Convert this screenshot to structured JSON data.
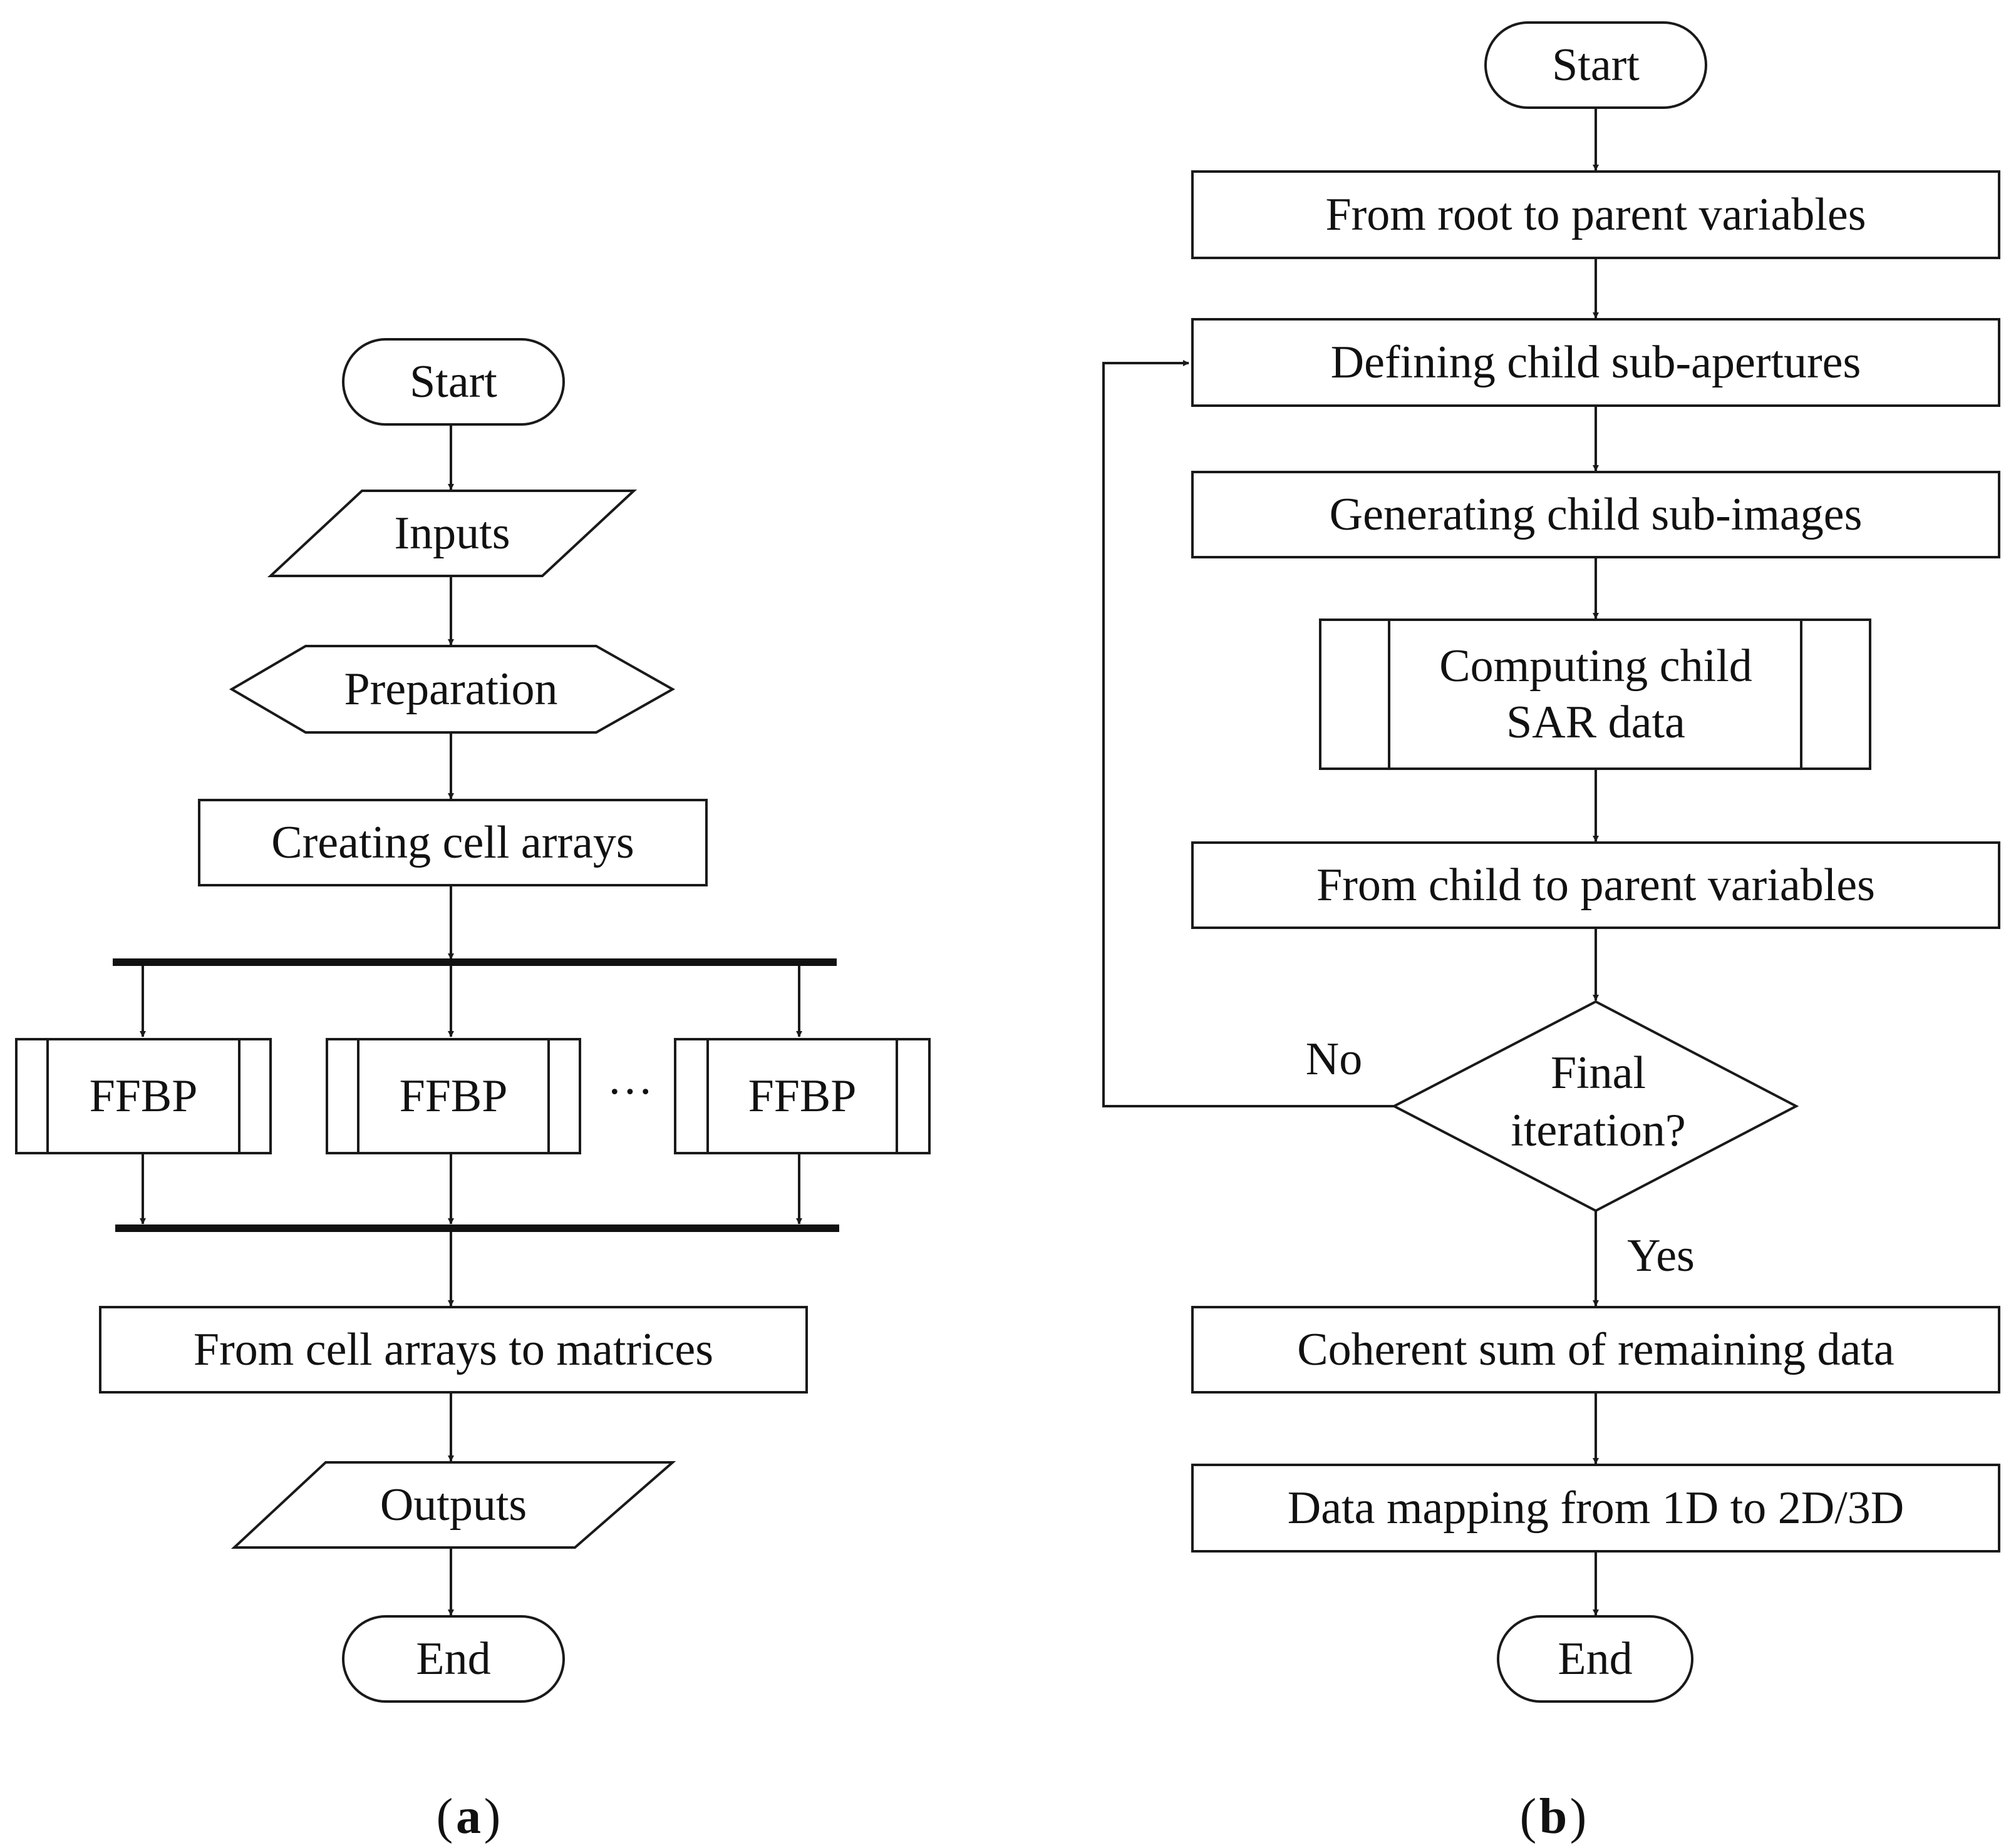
{
  "panel_a": {
    "caption": "a",
    "start": "Start",
    "inputs": "Inputs",
    "preparation": "Preparation",
    "creating_cell_arrays": "Creating cell arrays",
    "ffbp_1": "FFBP",
    "ffbp_2": "FFBP",
    "ffbp_3": "FFBP",
    "ellipsis": "···",
    "from_cell_arrays": "From cell arrays to matrices",
    "outputs": "Outputs",
    "end": "End"
  },
  "panel_b": {
    "caption": "b",
    "start": "Start",
    "root_to_parent": "From root to parent variables",
    "defining_child": "Defining child sub-apertures",
    "generating_child": "Generating child sub-images",
    "computing_child_line1": "Computing child",
    "computing_child_line2": "SAR data",
    "child_to_parent": "From child to parent variables",
    "decision_line1": "Final",
    "decision_line2": "iteration?",
    "no_label": "No",
    "yes_label": "Yes",
    "coherent_sum": "Coherent sum of remaining data",
    "data_mapping": "Data mapping from 1D to 2D/3D",
    "end": "End"
  }
}
